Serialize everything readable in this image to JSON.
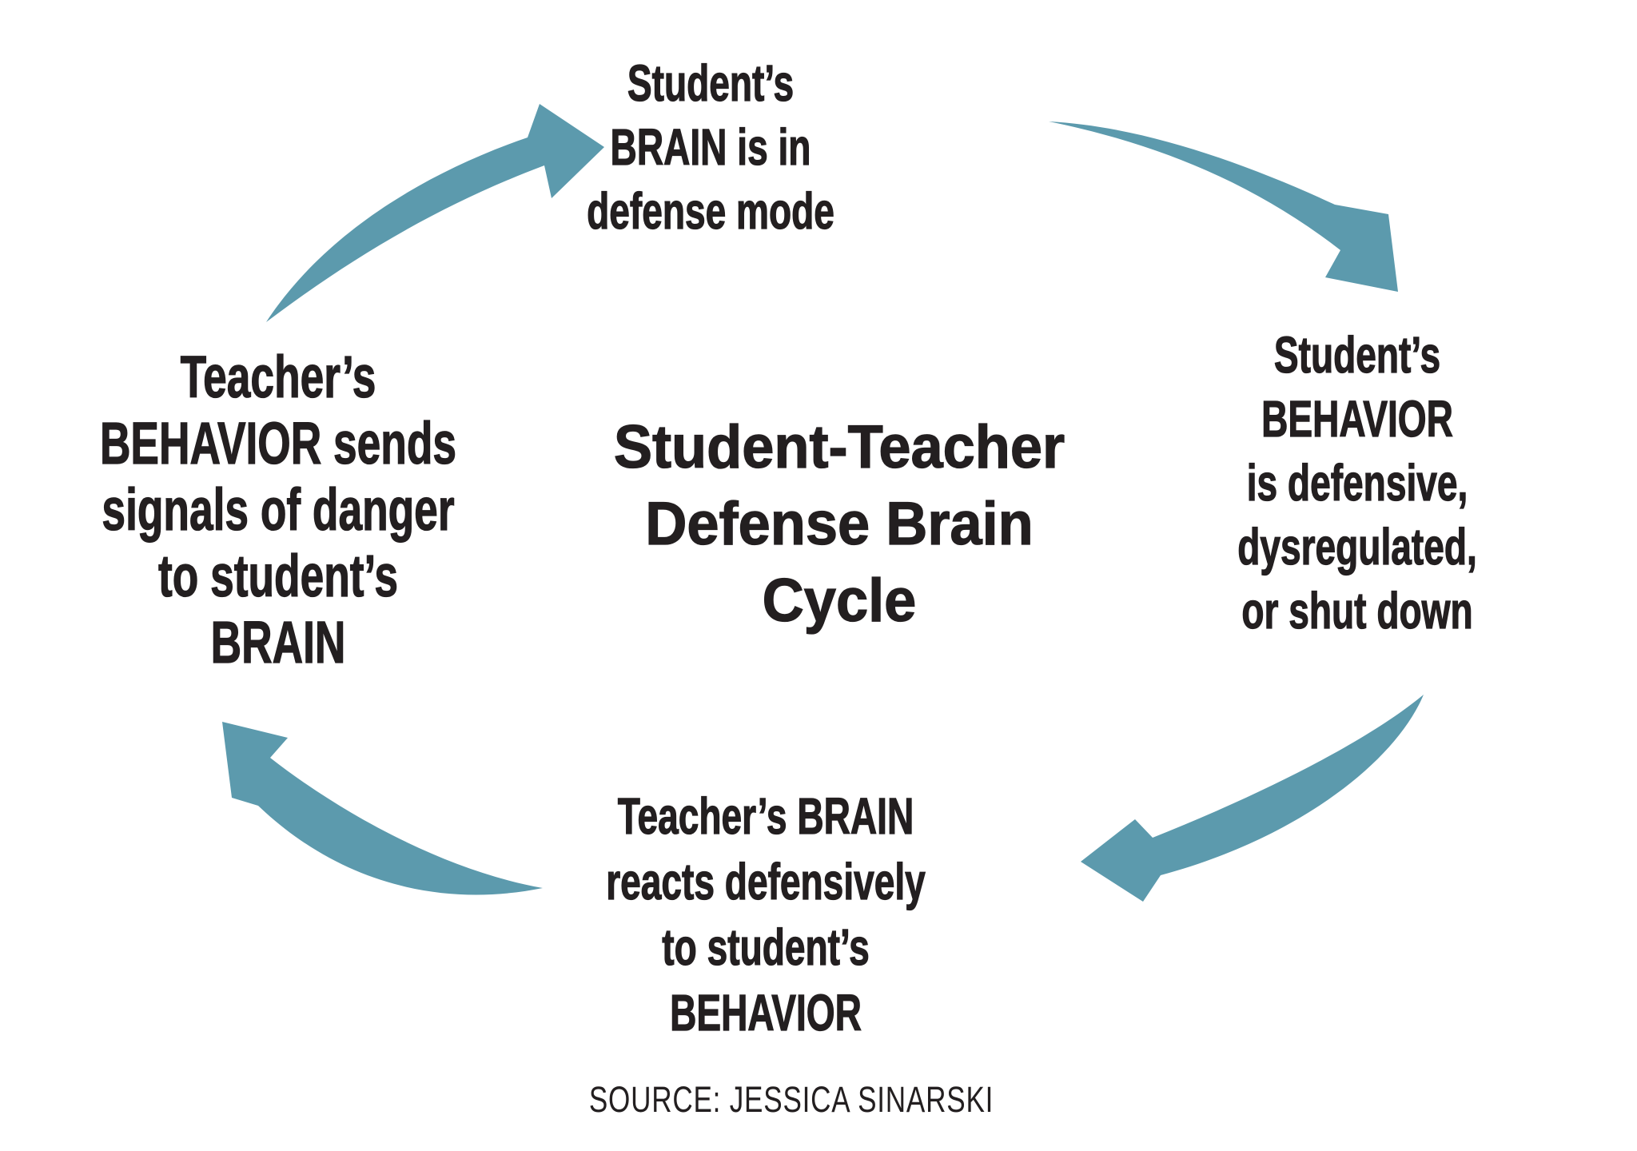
{
  "title": {
    "lines": [
      "Student-Teacher",
      "Defense Brain",
      "Cycle"
    ]
  },
  "nodes": {
    "top": {
      "lines": [
        "Student’s",
        "BRAIN is in",
        "defense mode"
      ]
    },
    "right": {
      "lines": [
        "Student’s",
        "BEHAVIOR",
        "is defensive,",
        "dysregulated,",
        "or shut down"
      ]
    },
    "bottom": {
      "lines": [
        "Teacher’s BRAIN",
        "reacts defensively",
        "to student’s",
        "BEHAVIOR"
      ]
    },
    "left": {
      "lines": [
        "Teacher’s",
        "BEHAVIOR sends",
        "signals of danger",
        "to student’s",
        "BRAIN"
      ]
    }
  },
  "source": "SOURCE: JESSICA SINARSKI",
  "colors": {
    "arrow": "#5c9aad",
    "text": "#231f20",
    "background": "#ffffff"
  },
  "icons": {
    "arrow_left_to_top": "curved-arrow-icon",
    "arrow_top_to_right": "curved-arrow-icon",
    "arrow_right_to_bottom": "curved-arrow-icon",
    "arrow_bottom_to_left": "curved-arrow-icon"
  }
}
